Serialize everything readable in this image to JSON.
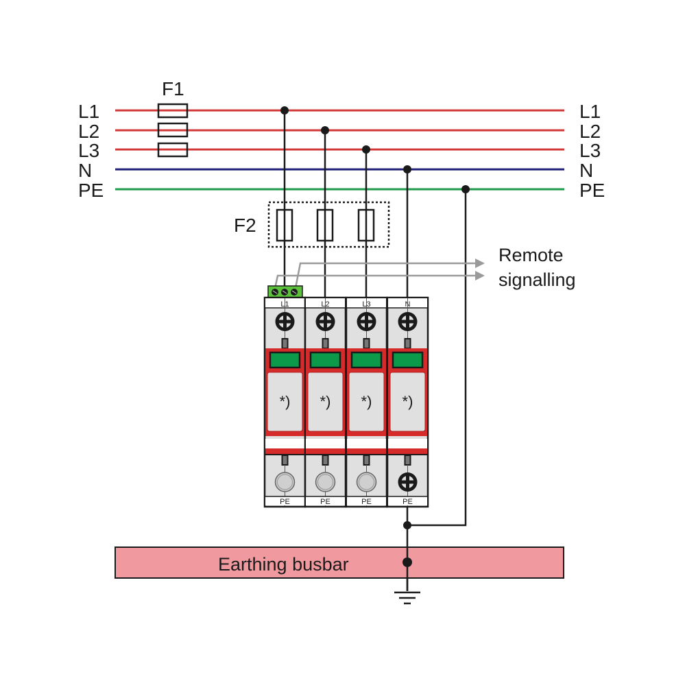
{
  "diagram": {
    "conductors": [
      {
        "id": "L1",
        "label_left": "L1",
        "label_right": "L1",
        "color": "#d23a3a"
      },
      {
        "id": "L2",
        "label_left": "L2",
        "label_right": "L2",
        "color": "#d23a3a"
      },
      {
        "id": "L3",
        "label_left": "L3",
        "label_right": "L3",
        "color": "#d23a3a"
      },
      {
        "id": "N",
        "label_left": "N",
        "label_right": "N",
        "color": "#1f1f7a"
      },
      {
        "id": "PE",
        "label_left": "PE",
        "label_right": "PE",
        "color": "#1e9a4a"
      }
    ],
    "fuse_f1_label": "F1",
    "fuse_f2_label": "F2",
    "remote_signalling": {
      "line1": "Remote",
      "line2": "signalling",
      "arrow_color": "#9a9a9a"
    },
    "modules": [
      {
        "top_label": "L1",
        "bottom_label": "PE",
        "marking": "*)",
        "bottom_terminal": "plain"
      },
      {
        "top_label": "L2",
        "bottom_label": "PE",
        "marking": "*)",
        "bottom_terminal": "plain"
      },
      {
        "top_label": "L3",
        "bottom_label": "PE",
        "marking": "*)",
        "bottom_terminal": "plain"
      },
      {
        "top_label": "N",
        "bottom_label": "PE",
        "marking": "*)",
        "bottom_terminal": "screw"
      }
    ],
    "module_colors": {
      "housing": "#e0e0e0",
      "band": "#d62b2b",
      "indicator": "#0a9a4a",
      "terminal_block": "#5cc23c"
    },
    "busbar": {
      "label": "Earthing busbar",
      "color": "#f09aa0"
    }
  }
}
